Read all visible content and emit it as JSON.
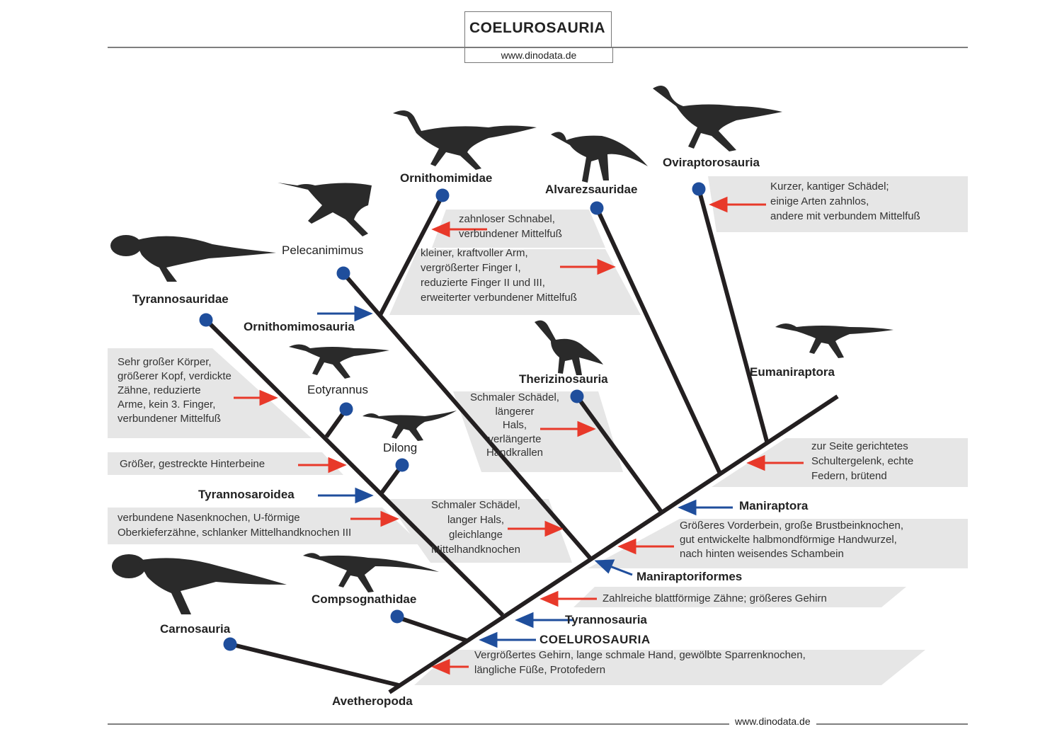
{
  "header": {
    "title": "COELUROSAURIA",
    "url": "www.dinodata.de"
  },
  "footer": {
    "url": "www.dinodata.de"
  },
  "colors": {
    "branch": "#231f20",
    "node": "#1f4e9c",
    "red_arrow": "#e8392a",
    "blue_arrow": "#1f4e9c",
    "panel": "#e6e6e6"
  },
  "taxa": {
    "carnosauria": "Carnosauria",
    "avetheropoda": "Avetheropoda",
    "compsognathidae": "Compsognathidae",
    "coelurosauria": "COELUROSAURIA",
    "tyrannosauria": "Tyrannosauria",
    "tyrannosaroidea": "Tyrannosaroidea",
    "dilong": "Dilong",
    "eotyrannus": "Eotyrannus",
    "tyrannosauridae": "Tyrannosauridae",
    "pelecanimimus": "Pelecanimimus",
    "ornithomimosauria": "Ornithomimosauria",
    "ornithomimidae": "Ornithomimidae",
    "alvarezsauridae": "Alvarezsauridae",
    "oviraptorosauria": "Oviraptorosauria",
    "therizinosauria": "Therizinosauria",
    "eumaniraptora": "Eumaniraptora",
    "maniraptora": "Maniraptora",
    "maniraptoriformes": "Maniraptoriformes"
  },
  "traits": {
    "coelurosauria": "Vergrößertes Gehirn, lange schmale Hand, gewölbte Sparrenknochen,\nlängliche Füße, Protofedern",
    "tyrannosauria": "Zahlreiche blattförmige Zähne; größeres Gehirn",
    "tyrannosaroidea": "verbundene Nasenknochen, U-förmige\nOberkieferzähne, schlanker Mittelhandknochen III",
    "eotyrannus_node": "Größer, gestreckte Hinterbeine",
    "tyrannosauridae": "Sehr großer Körper,\ngrößerer Kopf, verdickte\nZähne, reduzierte\nArme, kein 3. Finger,\nverbundener Mittelfuß",
    "maniraptoriformes": "Schmaler Schädel,\nlanger Hals,\ngleichlange\nMittelhandknochen",
    "ornithomimosauria": "kleiner, kraftvoller Arm,\nvergrößerter Finger I,\nreduzierte Finger II und III,\nerweiterter verbundener Mittelfuß",
    "ornithomimidae": "zahnloser Schnabel,\nverbundener Mittelfuß",
    "therizinosauria": "Schmaler Schädel,\nlängerer\nHals,\nverlängerte\nHandkrallen",
    "maniraptora": "Größeres Vorderbein, große Brustbeinknochen,\ngut entwickelte halbmondförmige Handwurzel,\nnach hinten weisendes Schambein",
    "eumaniraptora": "zur Seite gerichtetes\nSchultergelenk, echte\nFedern, brütend",
    "oviraptorosauria": "Kurzer, kantiger Schädel;\neinige Arten zahnlos,\nandere mit verbundem Mittelfuß"
  }
}
